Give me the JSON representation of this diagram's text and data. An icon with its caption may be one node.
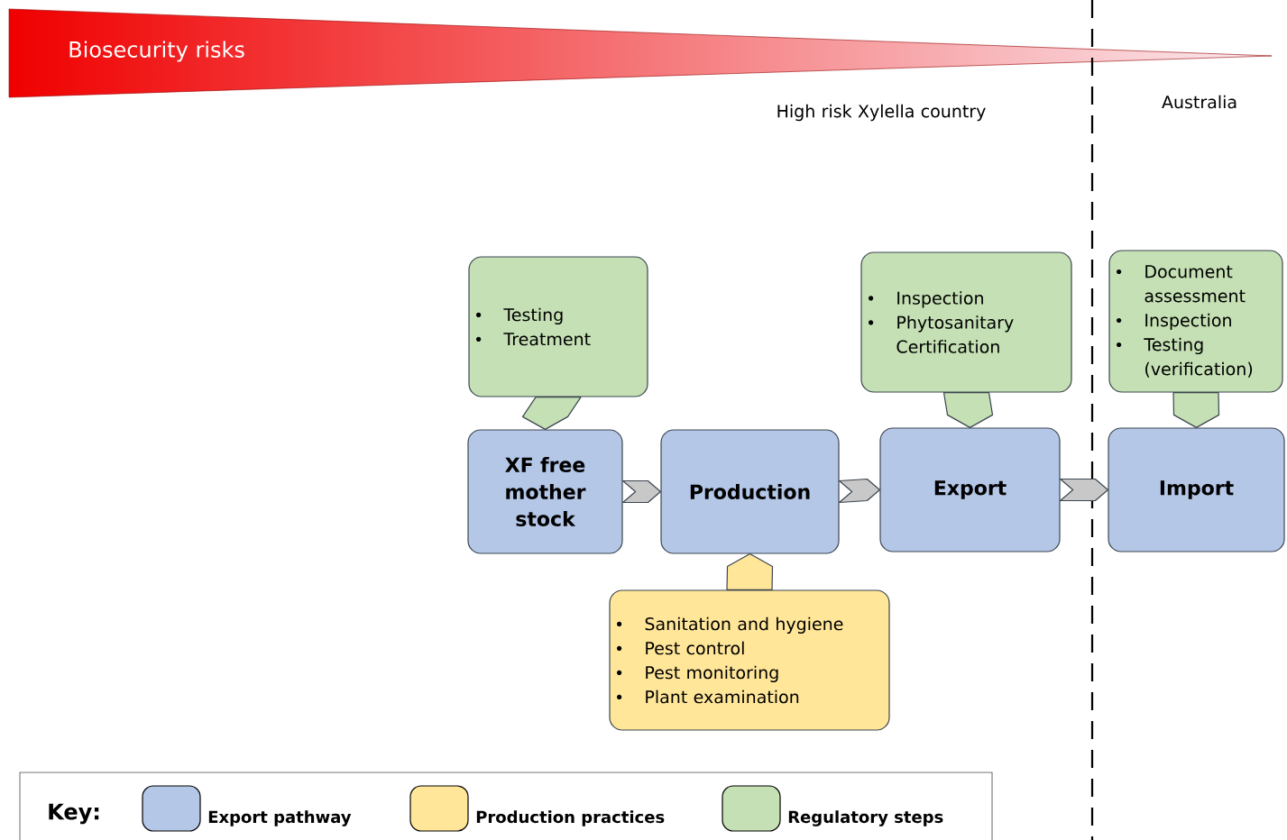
{
  "diagram": {
    "nodes": [
      {
        "text": [
          "Testing",
          "Treatment"
        ]
      },
      {
        "text": [
          "XF free mother stock"
        ]
      },
      {
        "text": [
          "Production"
        ]
      },
      {
        "text": [
          "Export"
        ]
      },
      {
        "text": [
          "Import"
        ]
      },
      {
        "text": [
          "Inspection",
          "Phytosanitary Certification"
        ]
      },
      {
        "text": [
          "Document assessment",
          "Inspection",
          "Testing (verification)"
        ]
      },
      {
        "text": [
          "Sanitation and hygiene",
          "Pest control",
          "Pest monitoring",
          "Plant examination"
        ]
      }
    ],
    "edges": [
      {
        "from": 0,
        "to": 1,
        "arrow": "to"
      },
      {
        "from": 1,
        "to": 2,
        "arrow": "to"
      },
      {
        "from": 2,
        "to": 3,
        "arrow": "to"
      },
      {
        "from": 3,
        "to": 4,
        "arrow": "to"
      },
      {
        "from": 5,
        "to": 3,
        "arrow": "to"
      },
      {
        "from": 6,
        "to": 4,
        "arrow": "to"
      },
      {
        "from": 7,
        "to": 2,
        "arrow": "to"
      }
    ],
    "labels": [
      "Biosecurity risks",
      "High risk Xylella country",
      "Australia",
      "Key:"
    ],
    "legend": [
      {
        "text": "Export pathway",
        "color": "#b4c7e7"
      },
      {
        "text": "Production practices",
        "color": "#ffe699"
      },
      {
        "text": "Regulatory steps",
        "color": "#c5e0b4"
      }
    ]
  }
}
